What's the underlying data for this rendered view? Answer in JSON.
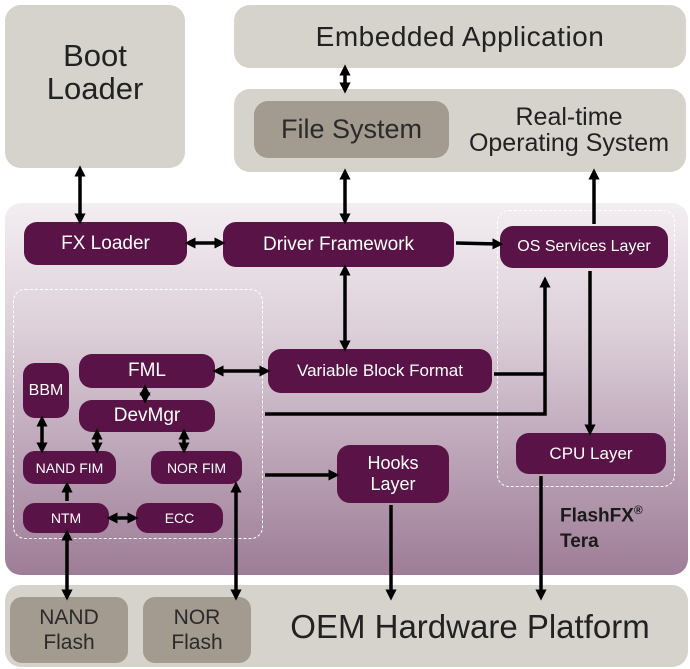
{
  "boot_loader": "Boot\nLoader",
  "embedded_app": "Embedded Application",
  "file_system": "File System",
  "rtos": "Real-time\nOperating System",
  "fx_loader": "FX Loader",
  "driver_framework": "Driver Framework",
  "os_services": "OS Services Layer",
  "fml": "FML",
  "variable_block_format": "Variable Block Format",
  "bbm": "BBM",
  "devmgr": "DevMgr",
  "nand_fim": "NAND FIM",
  "nor_fim": "NOR FIM",
  "ntm": "NTM",
  "ecc": "ECC",
  "hooks_layer": "Hooks\nLayer",
  "cpu_layer": "CPU Layer",
  "flashfx_name": "FlashFX",
  "flashfx_reg": "®",
  "flashfx_tera": "Tera",
  "oem_platform": "OEM Hardware Platform",
  "nand_flash": "NAND\nFlash",
  "nor_flash": "NOR\nFlash",
  "colors": {
    "purple": "#5a1346",
    "grey": "#d6d2cc",
    "dark_grey": "#a39a90"
  }
}
